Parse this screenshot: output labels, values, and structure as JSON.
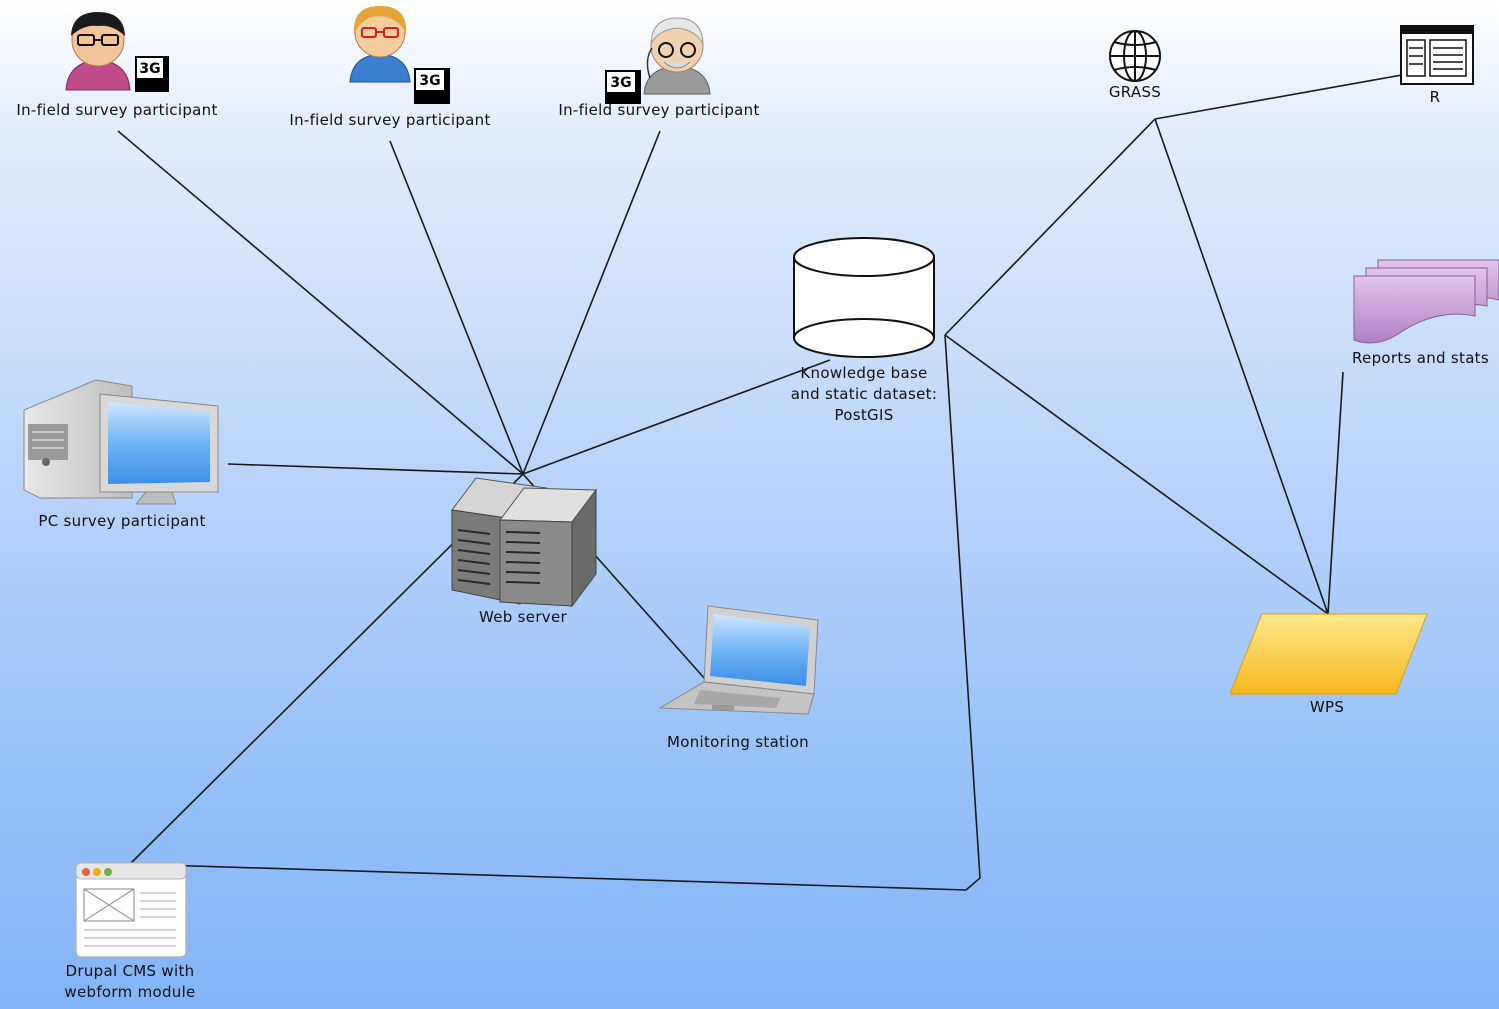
{
  "nodes": {
    "participant_1": {
      "label": "In-field survey participant",
      "badge": "3G"
    },
    "participant_2": {
      "label": "In-field survey participant",
      "badge": "3G"
    },
    "participant_3": {
      "label": "In-field survey participant",
      "badge": "3G"
    },
    "grass": {
      "label": "GRASS"
    },
    "r": {
      "label": "R"
    },
    "knowledge_base": {
      "label": "Knowledge base\nand static dataset:\nPostGIS"
    },
    "reports": {
      "label": "Reports and stats"
    },
    "pc_participant": {
      "label": "PC survey participant"
    },
    "web_server": {
      "label": "Web server"
    },
    "monitoring": {
      "label": "Monitoring station"
    },
    "wps": {
      "label": "WPS"
    },
    "drupal": {
      "label": "Drupal CMS with\nwebform module"
    }
  },
  "colors": {
    "connector": "#1a1a1a",
    "wps_fill": "#fbc830",
    "reports_fill": "#c99ad6",
    "screen_blue": "#5aa8f0"
  }
}
